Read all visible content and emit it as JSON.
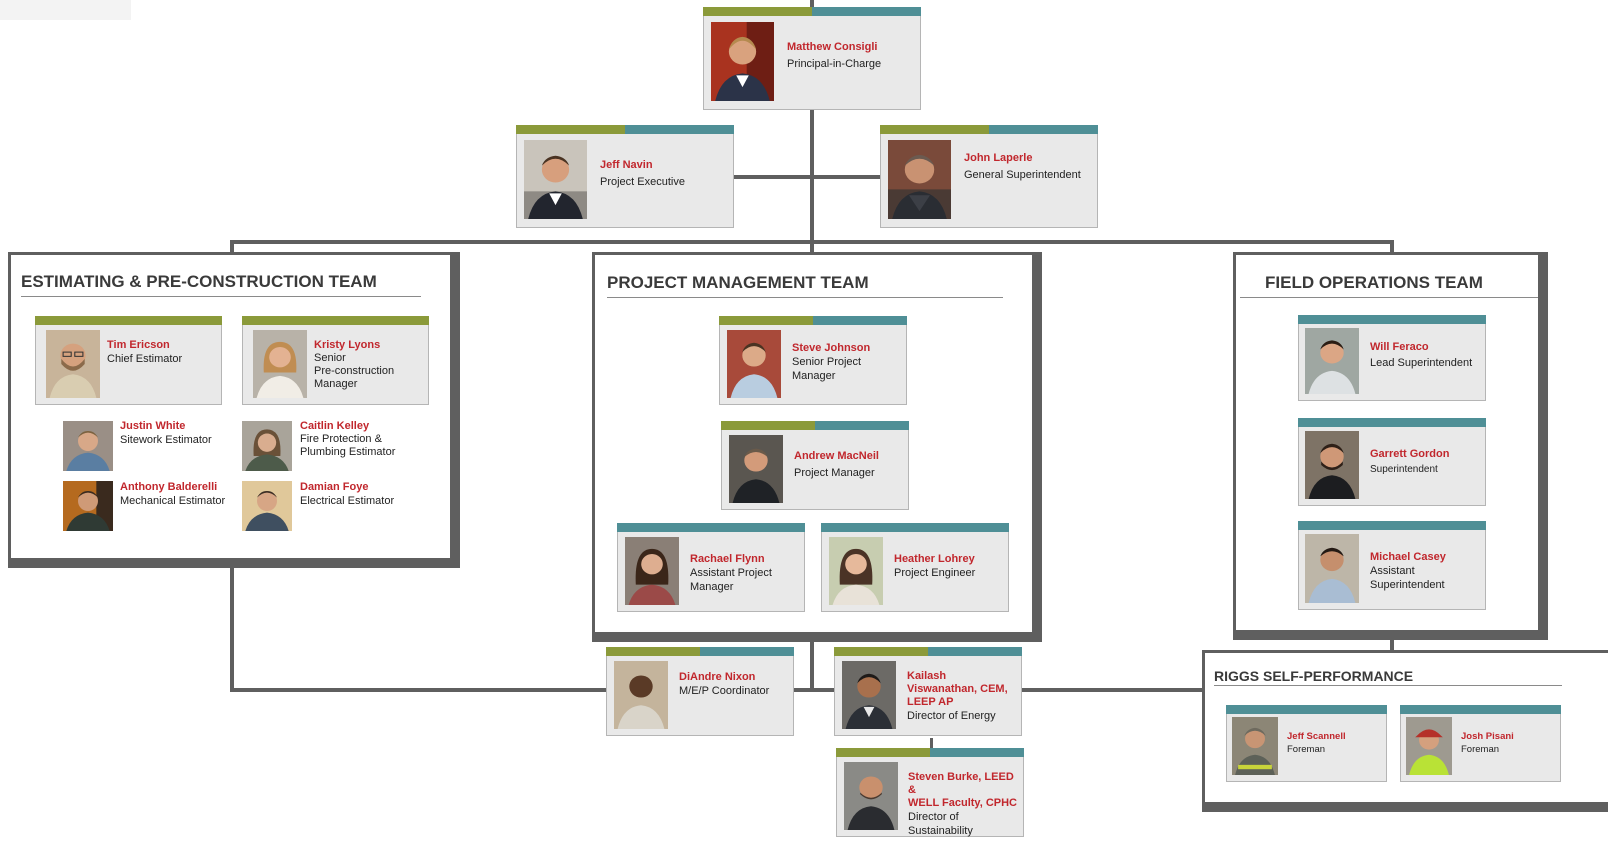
{
  "colors": {
    "olive": "#8b9a3a",
    "teal": "#4f8f96",
    "name_red": "#c1272d",
    "connector": "#5f5f5f",
    "card_bg": "#e9e9e9"
  },
  "people": {
    "matthew_consigli": {
      "name": "Matthew Consigli",
      "role": "Principal-in-Charge"
    },
    "jeff_navin": {
      "name": "Jeff Navin",
      "role": "Project Executive"
    },
    "john_laperle": {
      "name": "John Laperle",
      "role": "General Superintendent"
    },
    "tim_ericson": {
      "name": "Tim Ericson",
      "role": "Chief Estimator"
    },
    "kristy_lyons": {
      "name": "Kristy Lyons",
      "role": "Senior\nPre-construction\nManager"
    },
    "justin_white": {
      "name": "Justin White",
      "role": "Sitework Estimator"
    },
    "caitlin_kelley": {
      "name": "Caitlin Kelley",
      "role": "Fire Protection &\nPlumbing Estimator"
    },
    "anthony_balderelli": {
      "name": "Anthony Balderelli",
      "role": "Mechanical Estimator"
    },
    "damian_foye": {
      "name": "Damian Foye",
      "role": "Electrical Estimator"
    },
    "steve_johnson": {
      "name": "Steve Johnson",
      "role": "Senior Project\nManager"
    },
    "andrew_macneil": {
      "name": "Andrew MacNeil",
      "role": "Project Manager"
    },
    "rachael_flynn": {
      "name": "Rachael Flynn",
      "role": "Assistant Project\nManager"
    },
    "heather_lohrey": {
      "name": "Heather Lohrey",
      "role": "Project Engineer"
    },
    "will_feraco": {
      "name": "Will Feraco",
      "role": "Lead Superintendent"
    },
    "garrett_gordon": {
      "name": "Garrett Gordon",
      "role": "Superintendent"
    },
    "michael_casey": {
      "name": "Michael Casey",
      "role": "Assistant\nSuperintendent"
    },
    "diandre_nixon": {
      "name": "DiAndre Nixon",
      "role": "M/E/P Coordinator"
    },
    "kailash": {
      "name": "Kailash\nViswanathan, CEM,\nLEEP AP",
      "role": "Director of Energy"
    },
    "steven_burke": {
      "name": "Steven Burke, LEED &\nWELL Faculty, CPHC",
      "role": "Director of Sustainability"
    },
    "jeff_scannell": {
      "name": "Jeff Scannell",
      "role": "Foreman"
    },
    "josh_pisani": {
      "name": "Josh Pisani",
      "role": "Foreman"
    }
  },
  "teams": {
    "estimating": "ESTIMATING & PRE-CONSTRUCTION TEAM",
    "project_management": "PROJECT MANAGEMENT TEAM",
    "field_operations": "FIELD OPERATIONS TEAM",
    "riggs": "RIGGS SELF-PERFORMANCE"
  }
}
